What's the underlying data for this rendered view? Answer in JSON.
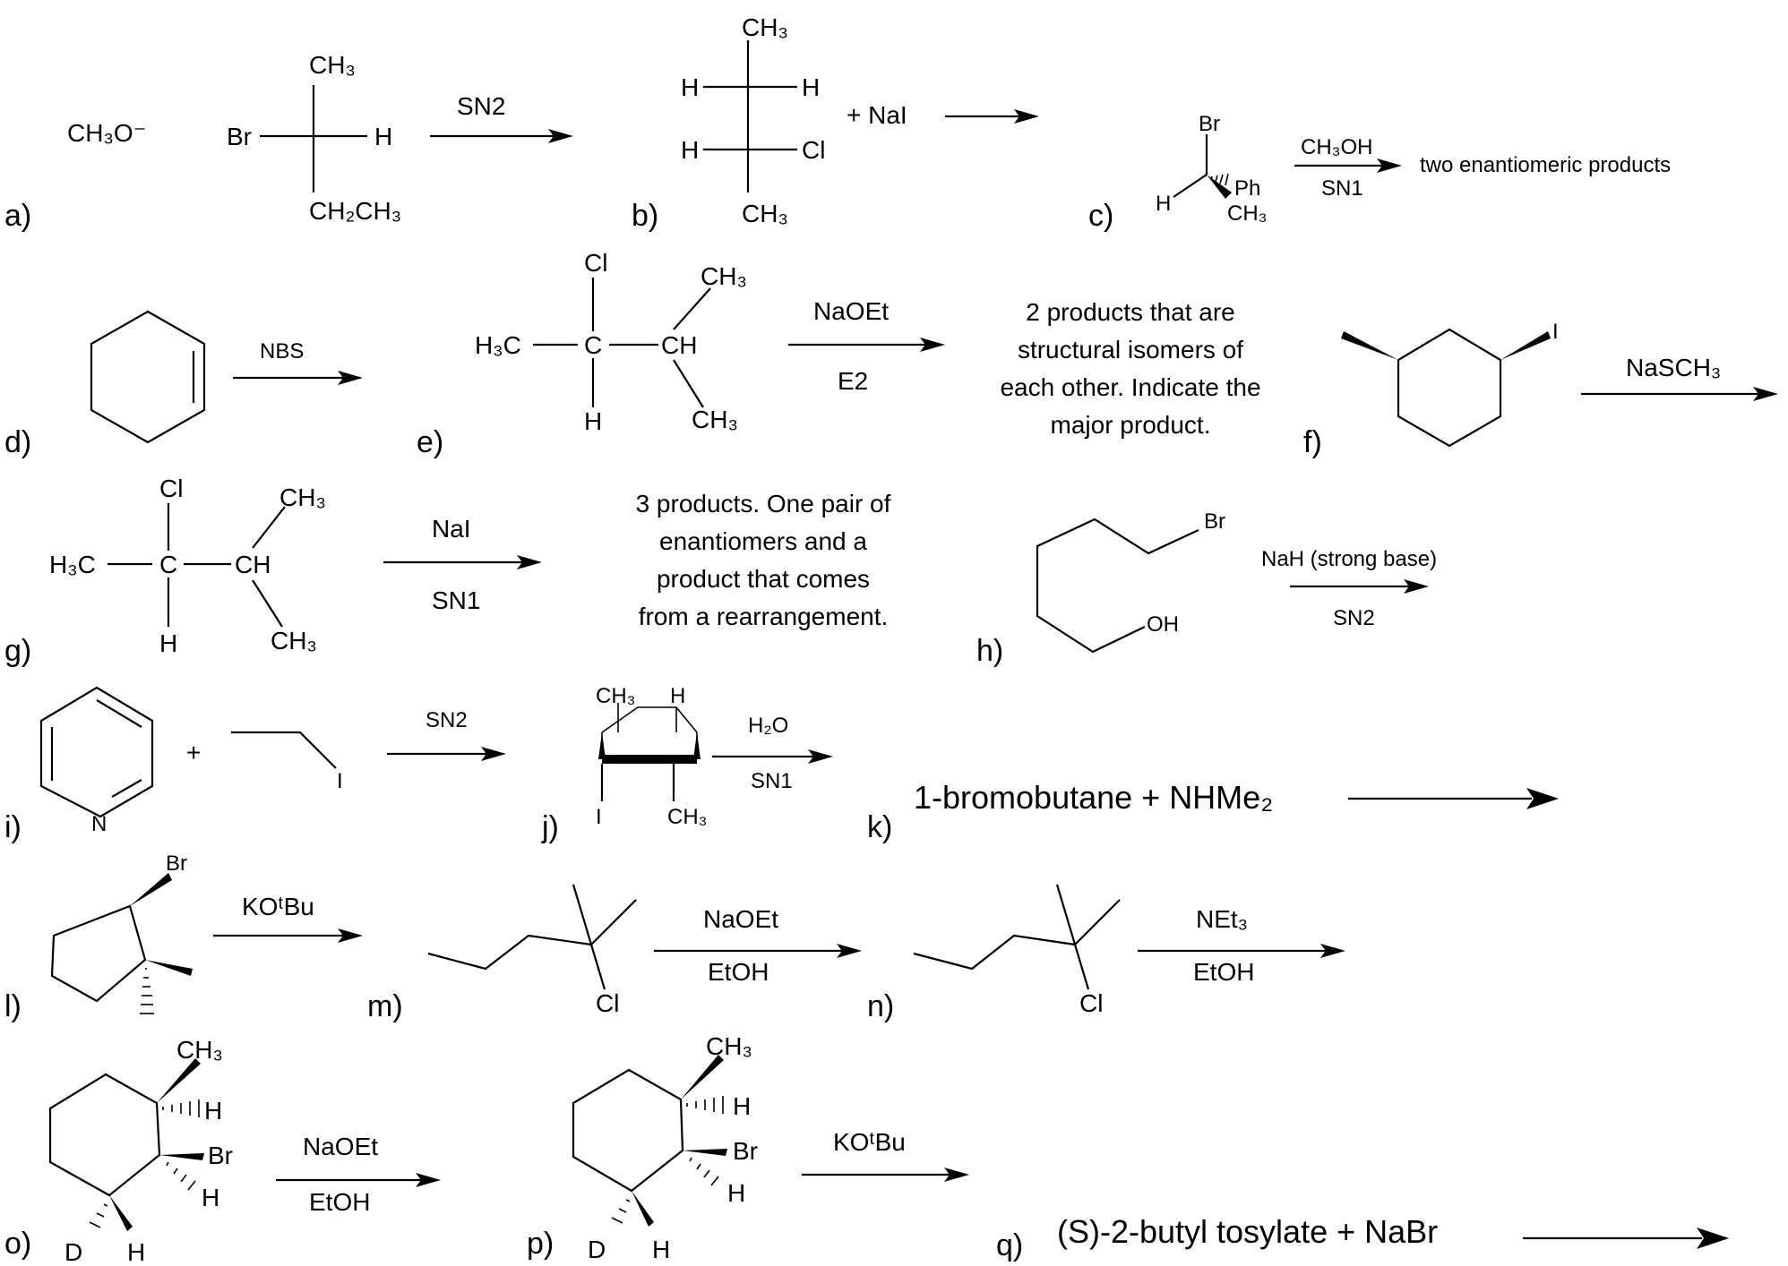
{
  "problems": {
    "a": {
      "label": "a)",
      "nucleophile": "CH₃O⁻",
      "top": "CH₃",
      "left": "Br",
      "right": "H",
      "bottom": "CH₂CH₃",
      "condition": "SN2"
    },
    "b": {
      "label": "b)",
      "top": "CH₃",
      "h1": "H",
      "h2": "H",
      "h3": "H",
      "cl": "Cl",
      "bottom": "CH₃",
      "reagent": "+ NaI"
    },
    "c": {
      "label": "c)",
      "br": "Br",
      "h": "H",
      "ph": "Ph",
      "ch3": "CH₃",
      "reagent": "CH₃OH",
      "condition": "SN1",
      "result": "two enantiomeric products"
    },
    "d": {
      "label": "d)",
      "reagent": "NBS"
    },
    "e": {
      "label": "e)",
      "cl": "Cl",
      "ch3_top": "CH₃",
      "h3c": "H₃C",
      "c": "C",
      "ch": "CH",
      "h": "H",
      "ch3_bottom": "CH₃",
      "reagent": "NaOEt",
      "condition": "E2",
      "result": [
        "2 products that are",
        "structural isomers of",
        "each other.  Indicate the",
        "major product."
      ]
    },
    "f": {
      "label": "f)",
      "i": "I",
      "reagent": "NaSCH₃"
    },
    "g": {
      "label": "g)",
      "cl": "Cl",
      "ch3_top": "CH₃",
      "h3c": "H₃C",
      "c": "C",
      "ch": "CH",
      "h": "H",
      "ch3_bottom": "CH₃",
      "reagent": "NaI",
      "condition": "SN1",
      "result": [
        "3 products. One pair of",
        "enantiomers and a",
        "product that comes",
        "from a rearrangement."
      ]
    },
    "h": {
      "label": "h)",
      "br": "Br",
      "oh": "OH",
      "reagent": "NaH (strong base)",
      "condition": "SN2"
    },
    "i": {
      "label": "i)",
      "n": "N",
      "plus": "+",
      "i": "I",
      "condition": "SN2"
    },
    "j": {
      "label": "j)",
      "ch3_top": "CH₃",
      "h": "H",
      "i": "I",
      "ch3_bottom": "CH₃",
      "reagent": "H₂O",
      "condition": "SN1"
    },
    "k": {
      "label": "k)",
      "text": "1-bromobutane + NHMe₂"
    },
    "l": {
      "label": "l)",
      "br": "Br",
      "reagent": "KOᵗBu"
    },
    "m": {
      "label": "m)",
      "cl": "Cl",
      "reagent": "NaOEt",
      "condition": "EtOH"
    },
    "n": {
      "label": "n)",
      "cl": "Cl",
      "reagent": "NEt₃",
      "condition": "EtOH"
    },
    "o": {
      "label": "o)",
      "ch3": "CH₃",
      "h1": "H",
      "br": "Br",
      "h2": "H",
      "d": "D",
      "h3": "H",
      "reagent": "NaOEt",
      "condition": "EtOH"
    },
    "p": {
      "label": "p)",
      "ch3": "CH₃",
      "h1": "H",
      "br": "Br",
      "h2": "H",
      "d": "D",
      "h3": "H",
      "reagent": "KOᵗBu"
    },
    "q": {
      "label": "q)",
      "text": "(S)-2-butyl tosylate + NaBr"
    }
  }
}
